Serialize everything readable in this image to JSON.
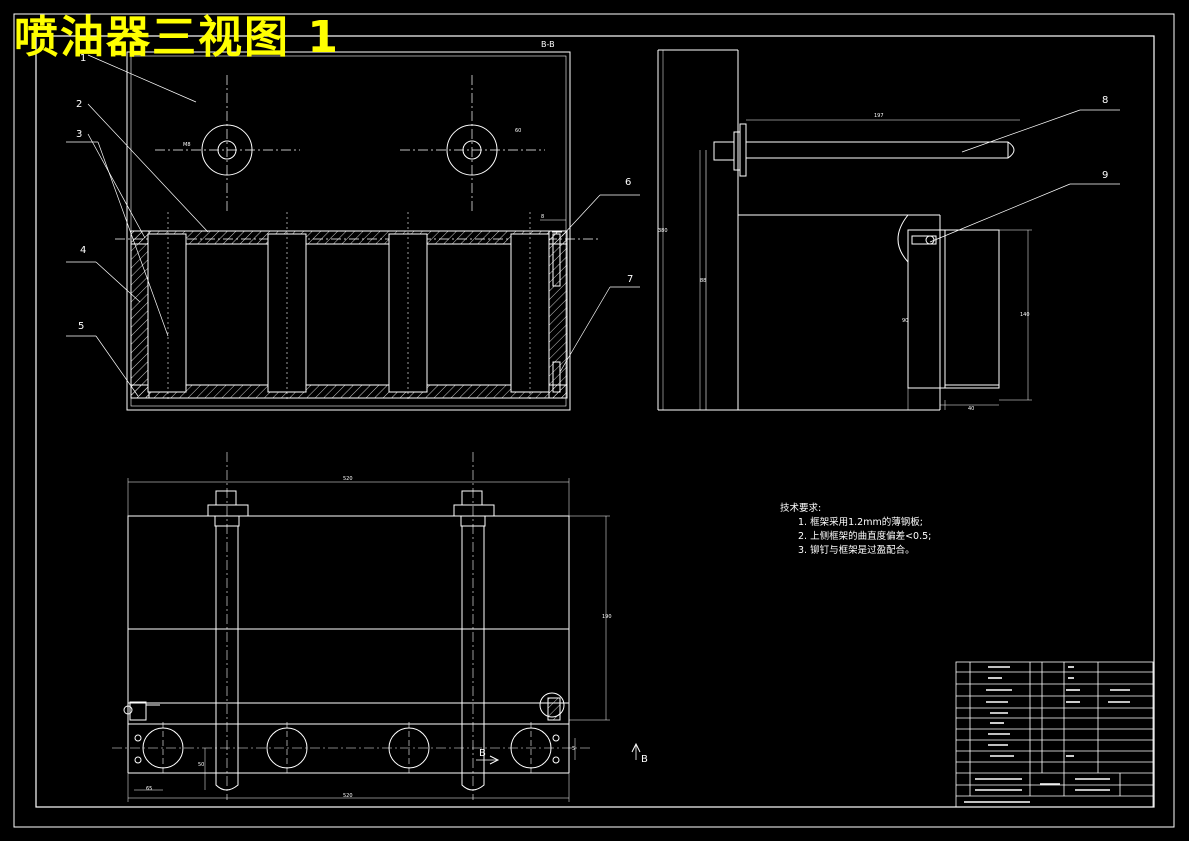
{
  "title": "喷油器三视图 1",
  "section_label": "B-B",
  "section_marker": "B",
  "part_callouts": [
    "1",
    "2",
    "3",
    "4",
    "5",
    "6",
    "7",
    "8",
    "9"
  ],
  "tech_requirements": {
    "heading": "技术要求:",
    "items": [
      "1. 框架采用1.2mm的薄钢板;",
      "2. 上侧框架的曲直度偏差<0.5;",
      "3. 铆钉与框架是过盈配合。"
    ]
  },
  "colors": {
    "background": "#000000",
    "lines": "#ffffff",
    "title": "#ffff00"
  }
}
